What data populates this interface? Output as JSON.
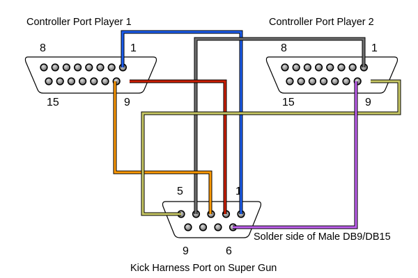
{
  "labels": {
    "player1_title": "Controller Port Player 1",
    "player2_title": "Controller Port Player 2",
    "p1_pin8": "8",
    "p1_pin1": "1",
    "p1_pin15": "15",
    "p1_pin9": "9",
    "p2_pin8": "8",
    "p2_pin1": "1",
    "p2_pin15": "15",
    "p2_pin9": "9",
    "harness_pin5": "5",
    "harness_pin1": "1",
    "harness_pin9": "9",
    "harness_pin6": "6",
    "solder_note": "Solder side of Male DB9/DB15",
    "harness_title": "Kick Harness Port on Super Gun"
  },
  "wire_colors": {
    "blue": "#1c5ef0",
    "red": "#cc1e00",
    "orange": "#ff9900",
    "olive": "#c8c864",
    "gray": "#6e6e6e",
    "purple": "#c060f0"
  }
}
